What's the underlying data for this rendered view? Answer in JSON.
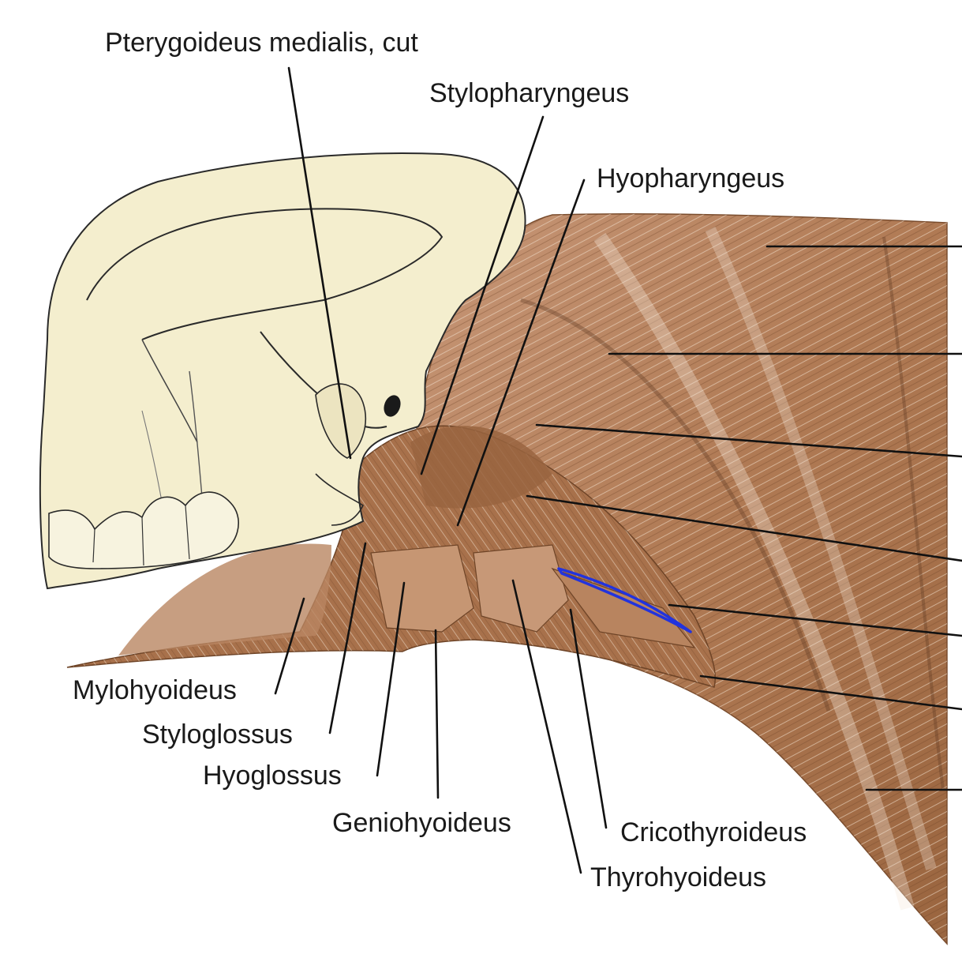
{
  "labels": {
    "pterygoideus_medialis": "Pterygoideus medialis, cut",
    "stylopharyngeus": "Stylopharyngeus",
    "hyopharyngeus": "Hyopharyngeus",
    "mylohyoideus": "Mylohyoideus",
    "styloglossus": "Styloglossus",
    "hyoglossus": "Hyoglossus",
    "geniohyoideus": "Geniohyoideus",
    "cricothyroideus": "Cricothyroideus",
    "thyrohyoideus": "Thyrohyoideus"
  },
  "colors": {
    "bone": "#f3edcc",
    "muscle": "#b8855e",
    "muscle_dark": "#8a5a38",
    "muscle_light": "#e6cdb4",
    "leader_line": "#111111",
    "highlight": "#2233dd"
  }
}
